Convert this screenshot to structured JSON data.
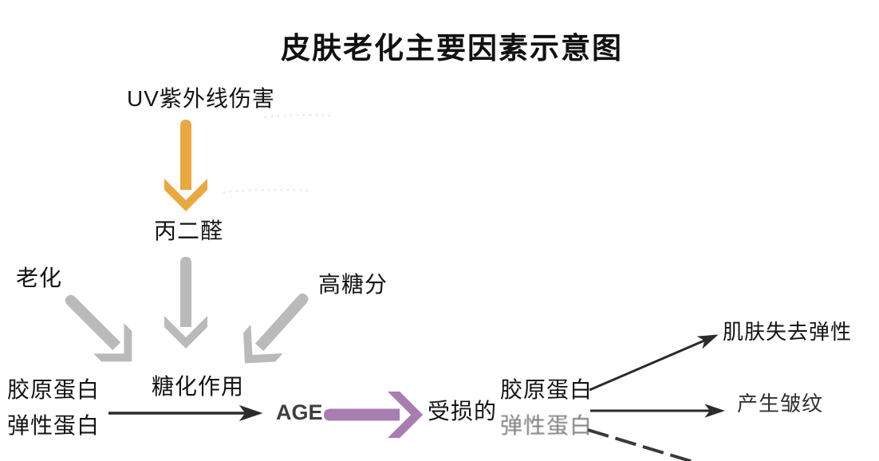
{
  "title": "皮肤老化主要因素示意图",
  "nodes": {
    "uv": "UV紫外线伤害",
    "malondialdehyde": "丙二醛",
    "aging": "老化",
    "high_sugar": "高糖分",
    "glycation": "糖化作用",
    "collagen_left": "胶原蛋白",
    "elastin_left": "弹性蛋白",
    "age": "AGE",
    "damaged": "受损的",
    "collagen_right": "胶原蛋白",
    "elastin_right": "弹性蛋白",
    "lose_elasticity": "肌肤失去弹性",
    "wrinkles": "产生皱纹"
  },
  "edges": [
    {
      "from": "UV紫外线伤害",
      "to": "丙二醛",
      "type": "block-arrow",
      "color": "#E9A940"
    },
    {
      "from": "丙二醛",
      "to": "糖化作用",
      "type": "block-arrow",
      "color": "#BABABA"
    },
    {
      "from": "老化",
      "to": "糖化作用",
      "type": "block-arrow",
      "color": "#BABABA"
    },
    {
      "from": "高糖分",
      "to": "糖化作用",
      "type": "block-arrow",
      "color": "#BABABA"
    },
    {
      "from": "胶原蛋白+弹性蛋白",
      "to": "AGE",
      "label": "糖化作用",
      "type": "line-arrow",
      "color": "#2B2B2B"
    },
    {
      "from": "AGE",
      "to": "受损的 胶原蛋白+弹性蛋白",
      "type": "block-arrow",
      "color": "#A87DB0"
    },
    {
      "from": "受损的 胶原蛋白+弹性蛋白",
      "to": "肌肤失去弹性",
      "type": "line-arrow",
      "color": "#2B2B2B"
    },
    {
      "from": "受损的 胶原蛋白+弹性蛋白",
      "to": "产生皱纹",
      "type": "line-arrow",
      "color": "#2B2B2B"
    },
    {
      "from": "受损的 胶原蛋白+弹性蛋白",
      "to": null,
      "type": "line-arrow-dashed",
      "color": "#2B2B2B"
    }
  ],
  "colors": {
    "background": "#FFFFFF",
    "text": "#141414",
    "uv_arrow": "#E9A940",
    "gray_arrow": "#BABABA",
    "purple_arrow": "#A87DB0",
    "thin_arrow": "#2B2B2B"
  }
}
